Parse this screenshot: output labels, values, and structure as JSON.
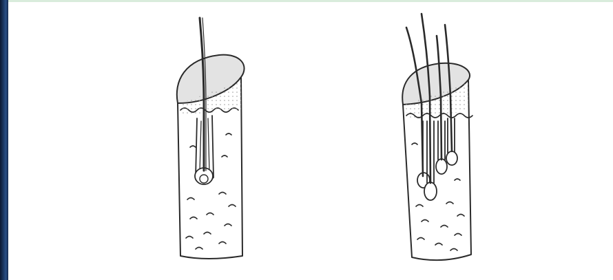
{
  "figure": {
    "panels": [
      {
        "id": "single-follicle",
        "hairs": 1
      },
      {
        "id": "multiple-follicles",
        "hairs": 4
      }
    ],
    "colors": {
      "ink": "#2a2a2a",
      "shade": "#c9c9c9",
      "skin_surface": "#dddddd",
      "background": "#ffffff",
      "edge_dark": "#1d3a66"
    }
  }
}
